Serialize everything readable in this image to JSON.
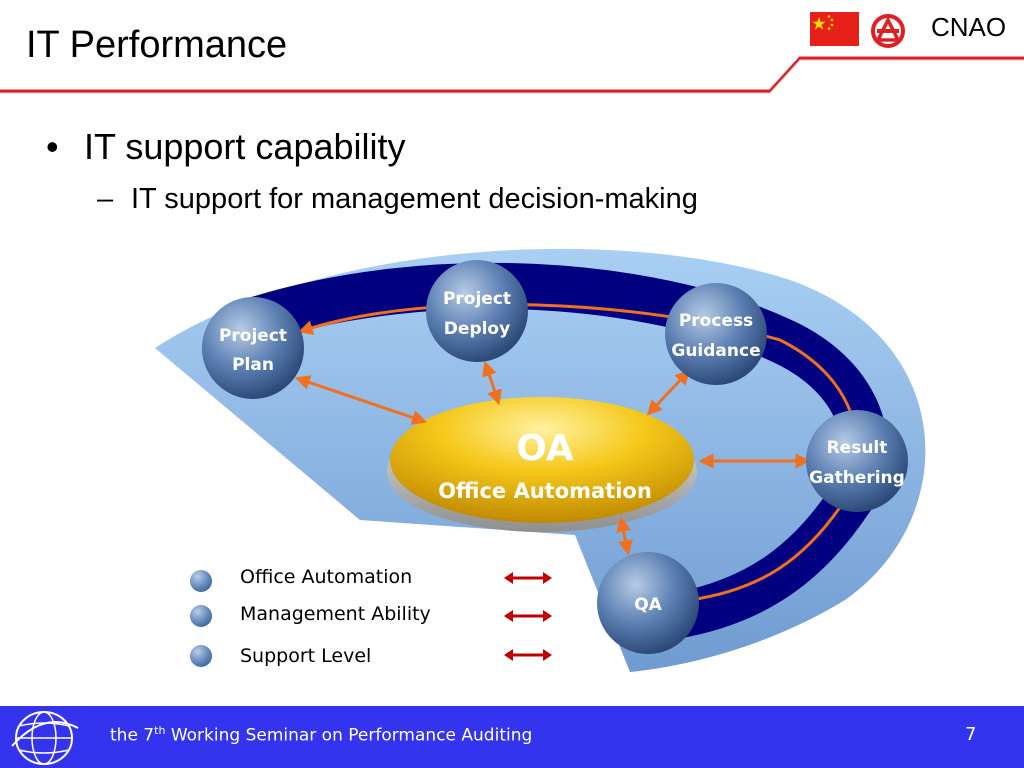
{
  "header": {
    "title": "IT Performance",
    "org": "CNAO",
    "flag_icon": "china-flag-icon",
    "logo_icon": "cnao-logo-icon"
  },
  "bullets": [
    {
      "level": 1,
      "text": "IT support capability"
    },
    {
      "level": 2,
      "text": "IT support for management decision-making"
    }
  ],
  "diagram": {
    "center": {
      "title": "OA",
      "subtitle": "Office Automation"
    },
    "nodes": [
      {
        "id": "project-plan",
        "lines": [
          "Project",
          "Plan"
        ]
      },
      {
        "id": "project-deploy",
        "lines": [
          "Project",
          "Deploy"
        ]
      },
      {
        "id": "process-guidance",
        "lines": [
          "Process",
          "Guidance"
        ]
      },
      {
        "id": "result-gathering",
        "lines": [
          "Result",
          "Gathering"
        ]
      },
      {
        "id": "qa",
        "lines": [
          "QA"
        ]
      }
    ]
  },
  "legend": [
    {
      "label": "Office Automation"
    },
    {
      "label": "Management Ability"
    },
    {
      "label": "Support Level"
    }
  ],
  "footer": {
    "text_prefix": "the 7",
    "text_sup": "th",
    "text_suffix": " Working Seminar on Performance Auditing",
    "page_number": "7"
  },
  "colors": {
    "accent_red": "#e02020",
    "footer_blue": "#3434ee",
    "ring_navy": "#000080",
    "arrow_orange": "#f07020",
    "legend_arrow_red": "#c00000",
    "oa_gold": "#f2c21a"
  }
}
